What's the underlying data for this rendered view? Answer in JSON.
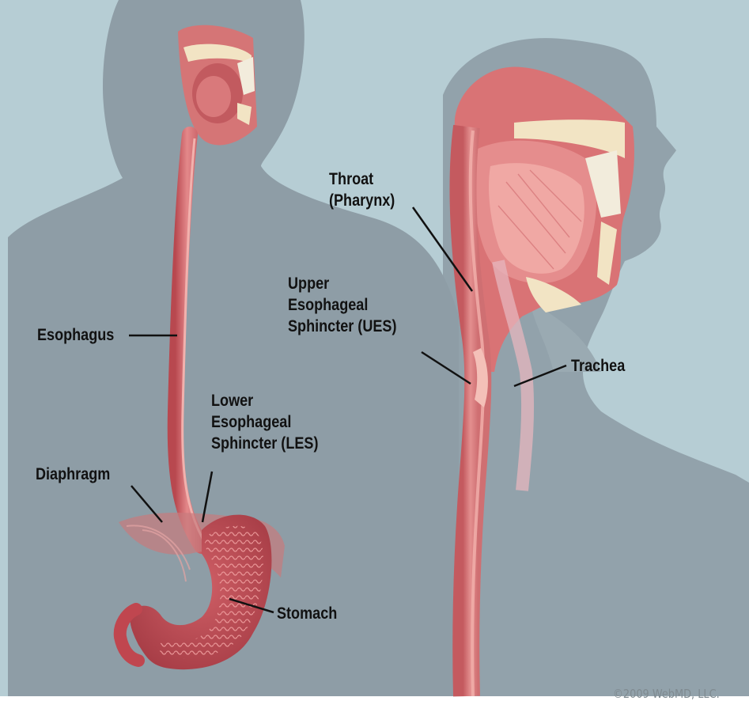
{
  "labels": {
    "esophagus": "Esophagus",
    "diaphragm": "Diaphragm",
    "les": [
      "Lower",
      "Esophageal",
      "Sphincter (LES)"
    ],
    "stomach": "Stomach",
    "throat": [
      "Throat",
      "(Pharynx)"
    ],
    "ues": [
      "Upper",
      "Esophageal",
      "Sphincter (UES)"
    ],
    "trachea": "Trachea"
  },
  "copyright": "©2009 WebMD, LLC.",
  "colors": {
    "background": "#b6cdd4",
    "silhouette": "#8e9da6",
    "tissue": "#d9777a",
    "tissue_dark": "#b8484f",
    "tissue_light": "#efa7a4",
    "bone": "#f2e4c4"
  }
}
